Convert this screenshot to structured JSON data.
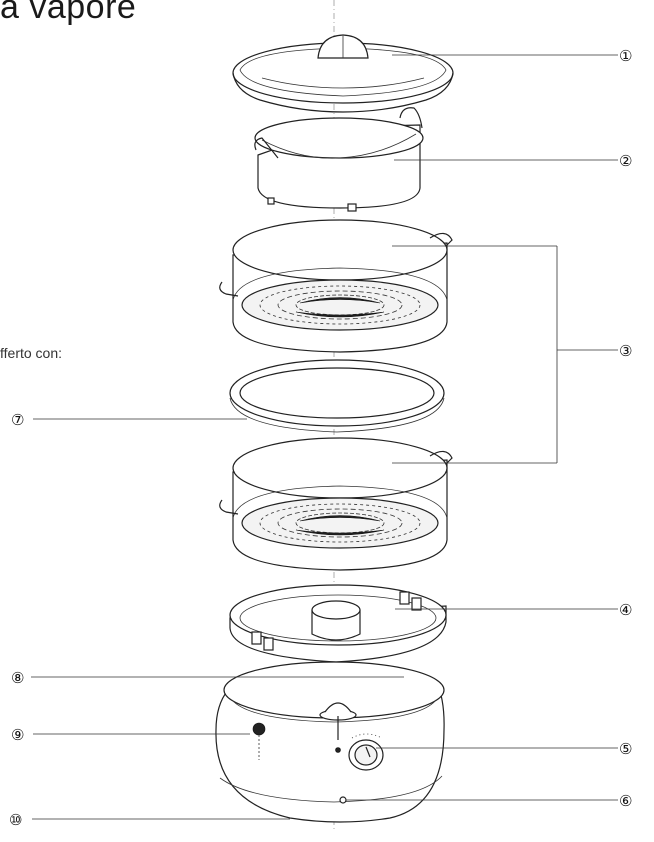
{
  "header": {
    "title_fragment": "a vapore",
    "offer_fragment": "fferto con:"
  },
  "callouts": [
    {
      "id": "c1",
      "label": "①"
    },
    {
      "id": "c2",
      "label": "②"
    },
    {
      "id": "c3",
      "label": "③"
    },
    {
      "id": "c4",
      "label": "④"
    },
    {
      "id": "c5",
      "label": "⑤"
    },
    {
      "id": "c6",
      "label": "⑥"
    },
    {
      "id": "c7",
      "label": "⑦"
    },
    {
      "id": "c8",
      "label": "⑧"
    },
    {
      "id": "c9",
      "label": "⑨"
    },
    {
      "id": "c10",
      "label": "⑩"
    }
  ],
  "colors": {
    "line": "#222222",
    "background": "#ffffff",
    "axis": "#9a9a9a"
  }
}
